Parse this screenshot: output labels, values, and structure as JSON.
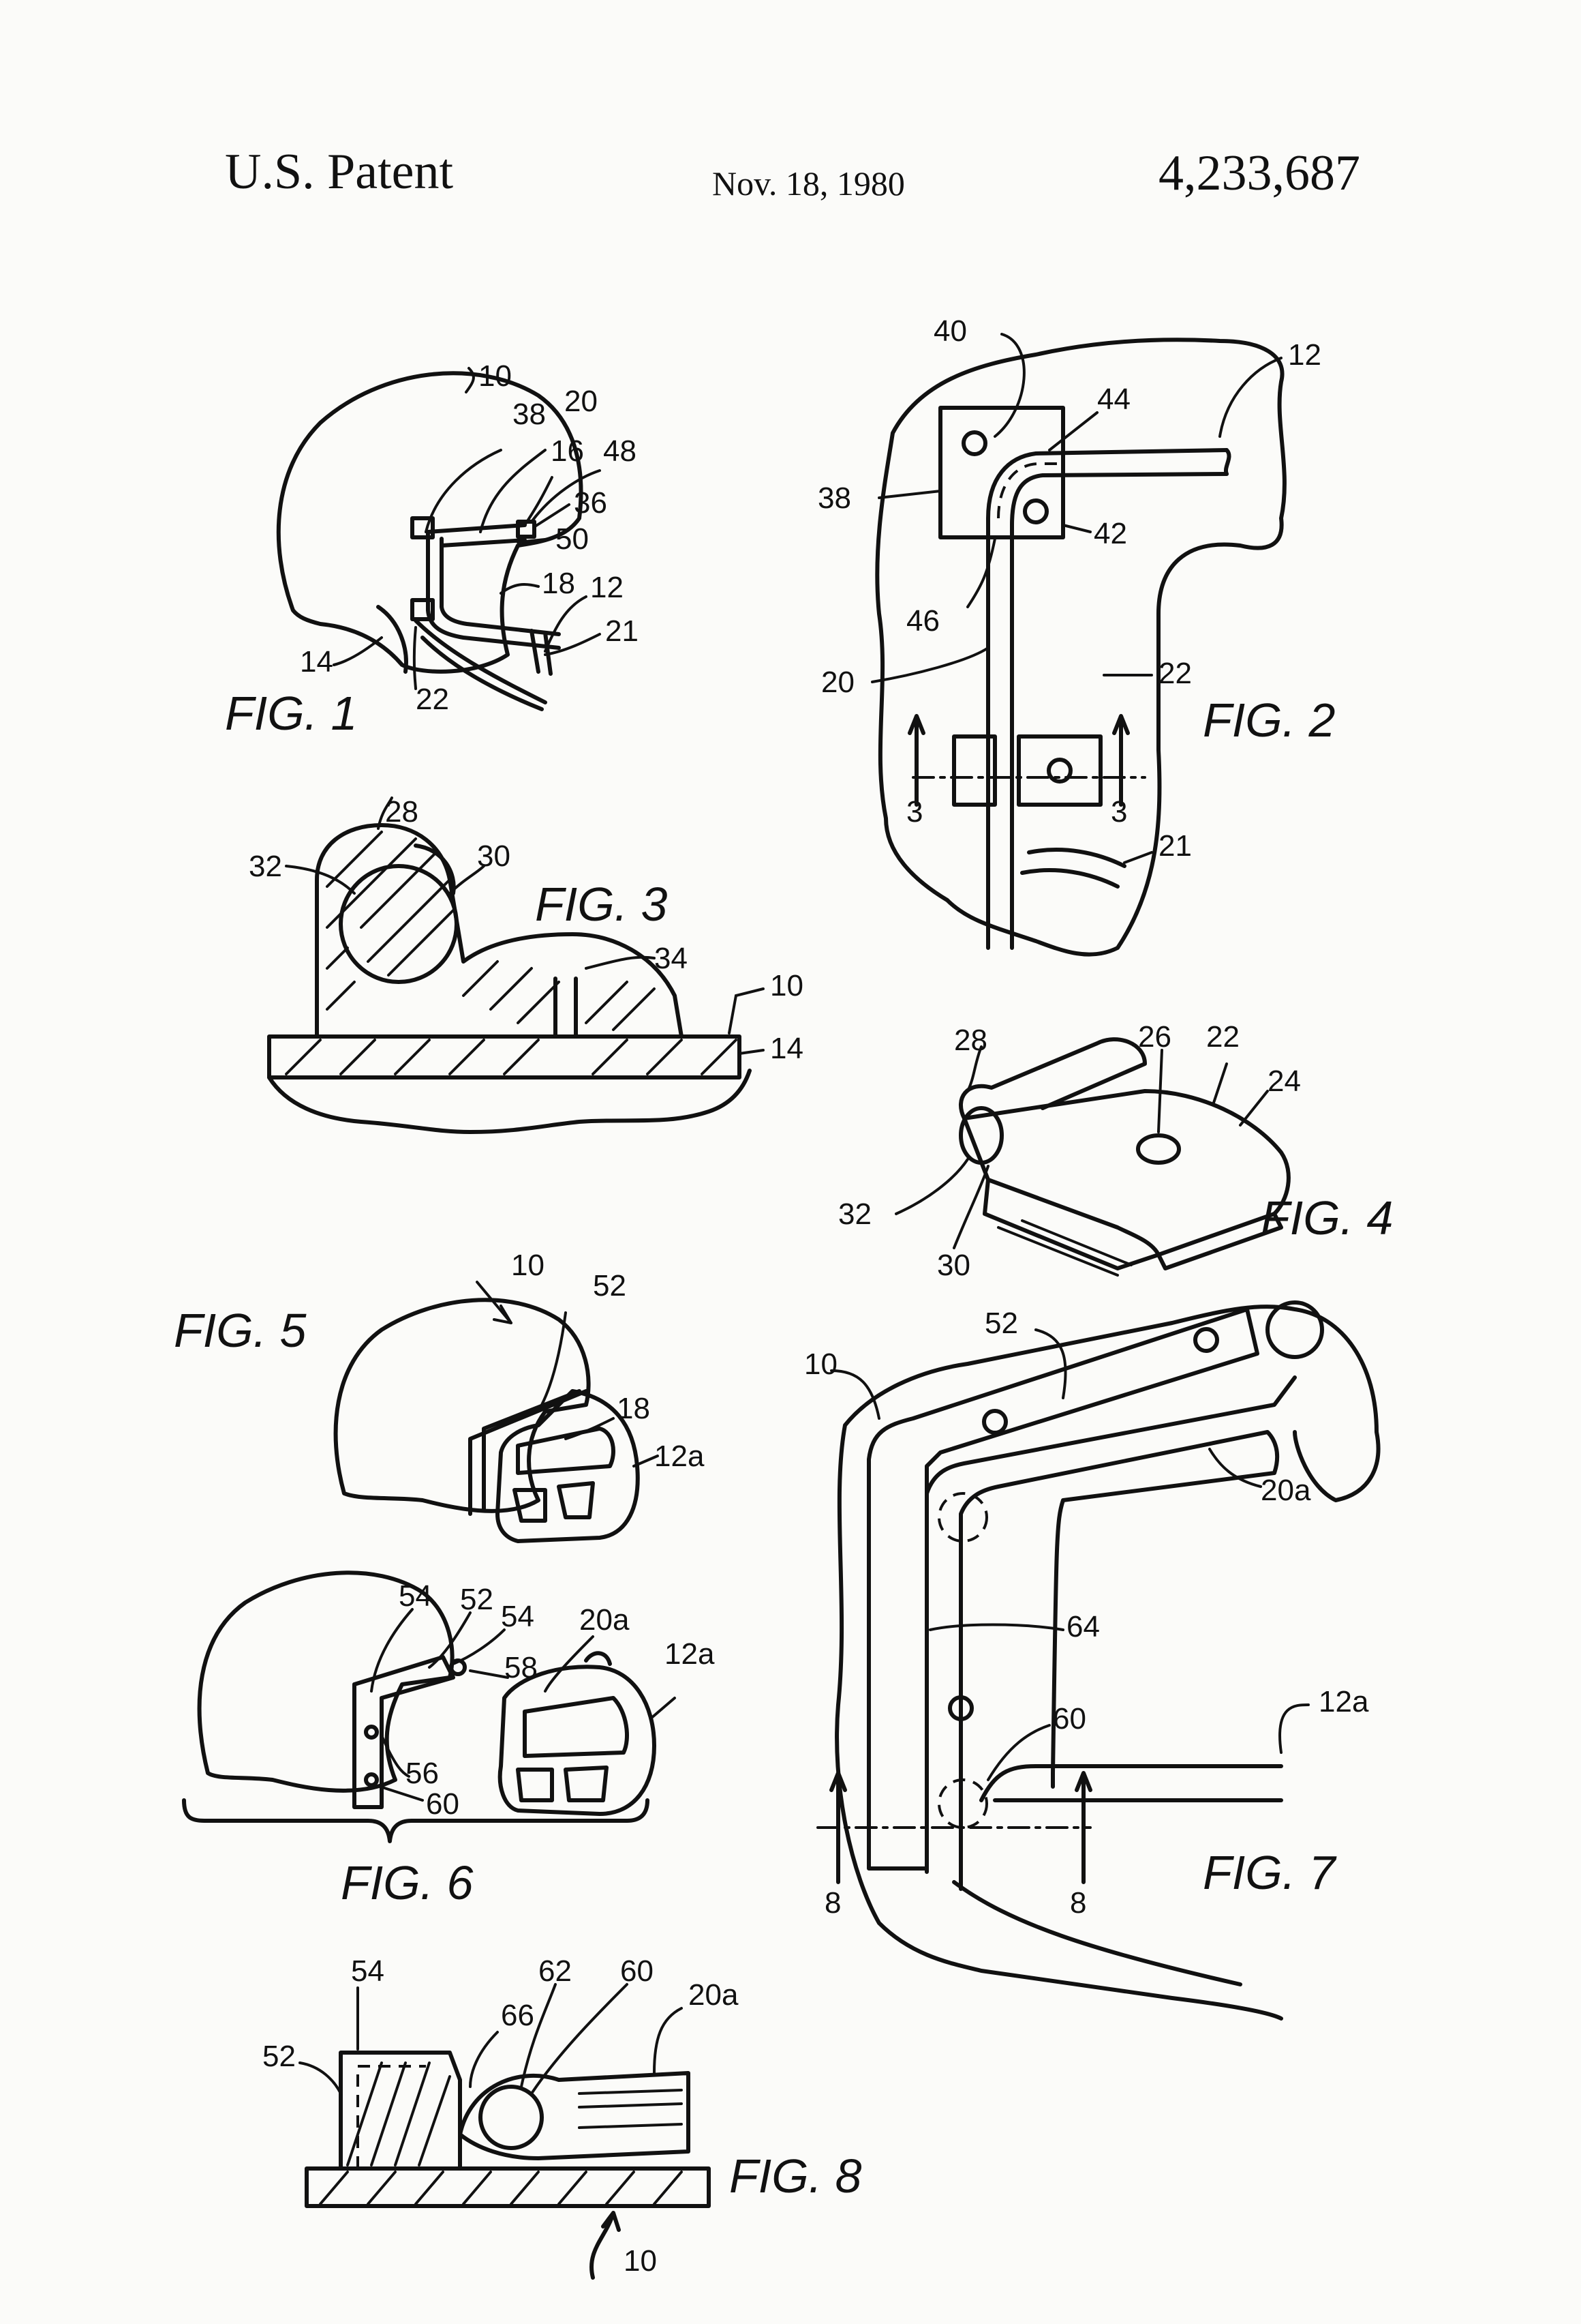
{
  "header": {
    "left": "U.S. Patent",
    "date": "Nov. 18, 1980",
    "number": "4,233,687"
  },
  "figures": {
    "fig1": "FIG. 1",
    "fig2": "FIG. 2",
    "fig3": "FIG. 3",
    "fig4": "FIG. 4",
    "fig5": "FIG. 5",
    "fig6": "FIG. 6",
    "fig7": "FIG. 7",
    "fig8": "FIG. 8"
  },
  "refs": {
    "fig1": [
      "10",
      "38",
      "20",
      "16",
      "48",
      "36",
      "50",
      "18",
      "12",
      "21",
      "14",
      "22"
    ],
    "fig2": [
      "40",
      "44",
      "12",
      "38",
      "42",
      "46",
      "20",
      "22",
      "3",
      "3",
      "21"
    ],
    "fig3": [
      "28",
      "32",
      "30",
      "34",
      "10",
      "14"
    ],
    "fig4": [
      "28",
      "26",
      "22",
      "24",
      "32",
      "30"
    ],
    "fig5": [
      "10",
      "52",
      "18",
      "12a"
    ],
    "fig6": [
      "54",
      "52",
      "54",
      "20a",
      "12a",
      "58",
      "56",
      "60"
    ],
    "fig7": [
      "52",
      "10",
      "20a",
      "64",
      "60",
      "12a",
      "8",
      "8"
    ],
    "fig8": [
      "62",
      "60",
      "54",
      "66",
      "20a",
      "52",
      "10"
    ]
  }
}
